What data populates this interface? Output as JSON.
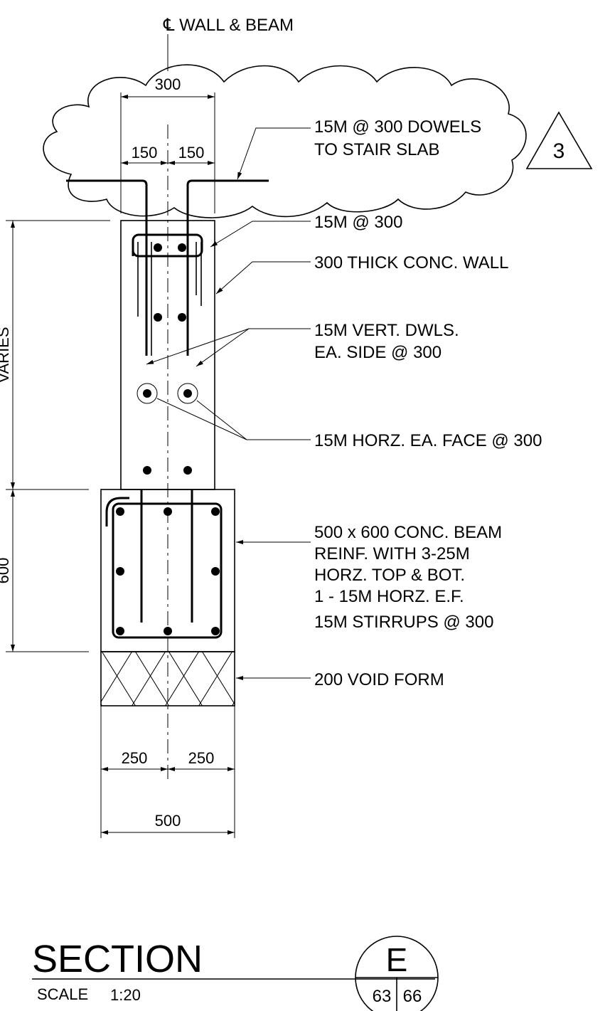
{
  "centerline_label": "℄ WALL & BEAM",
  "revision_tag": "3",
  "dimensions": {
    "top_total": "300",
    "top_left": "150",
    "top_right": "150",
    "wall_height": "VARIES",
    "beam_height": "600",
    "bottom_left": "250",
    "bottom_right": "250",
    "bottom_total": "500"
  },
  "notes": {
    "dowels_line1": "15M @ 300 DOWELS",
    "dowels_line2": "TO STAIR SLAB",
    "stirrup": "15M @ 300",
    "wall": "300 THICK CONC. WALL",
    "vert_line1": "15M VERT. DWLS.",
    "vert_line2": "EA. SIDE @ 300",
    "horz": "15M HORZ. EA. FACE @ 300",
    "beam_line1": "500 x 600 CONC. BEAM",
    "beam_line2": "REINF. WITH 3-25M",
    "beam_line3": "HORZ. TOP & BOT.",
    "beam_line4": "1 - 15M HORZ. E.F.",
    "beam_line5": "15M STIRRUPS @ 300",
    "void": "200 VOID FORM"
  },
  "title_block": {
    "title": "SECTION",
    "scale_label": "SCALE",
    "scale_value": "1:20",
    "detail_letter": "E",
    "sheet_from": "63",
    "sheet_to": "66"
  }
}
